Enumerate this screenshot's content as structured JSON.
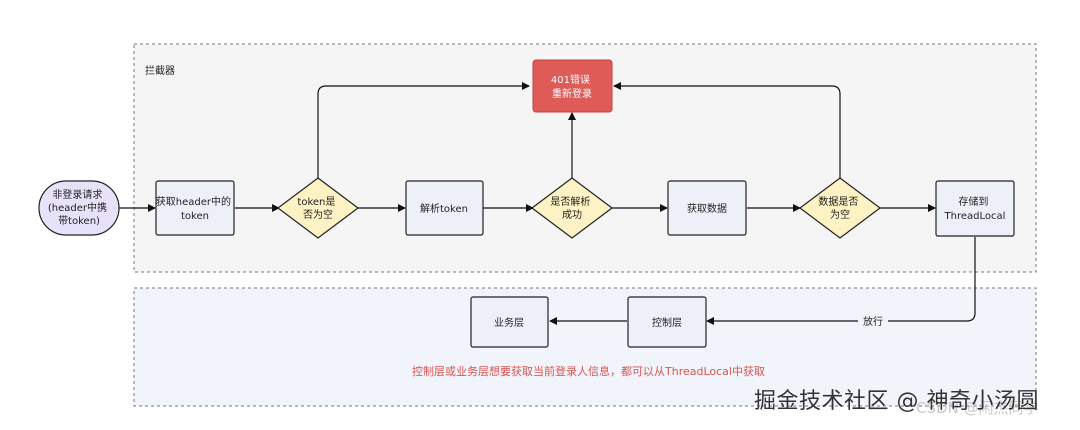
{
  "interceptor": {
    "label": "拦截器"
  },
  "nodes": {
    "start": {
      "lines": [
        "非登录请求",
        "(header中携",
        "带token)"
      ]
    },
    "get_header": {
      "lines": [
        "获取header中的",
        "token"
      ]
    },
    "token_empty": {
      "lines": [
        "token是",
        "否为空"
      ]
    },
    "parse_token": {
      "lines": [
        "解析token"
      ]
    },
    "parse_ok": {
      "lines": [
        "是否解析",
        "成功"
      ]
    },
    "get_data": {
      "lines": [
        "获取数据"
      ]
    },
    "data_empty": {
      "lines": [
        "数据是否",
        "为空"
      ]
    },
    "store": {
      "lines": [
        "存储到",
        "ThreadLocal"
      ]
    },
    "error": {
      "lines": [
        "401错误",
        "重新登录"
      ]
    },
    "controller": {
      "lines": [
        "控制层"
      ]
    },
    "business": {
      "lines": [
        "业务层"
      ]
    }
  },
  "edge_labels": {
    "release": "放行"
  },
  "note": "控制层或业务层想要获取当前登录人信息，都可以从ThreadLocal中获取",
  "watermark": {
    "primary": "掘金技术社区 @ 神奇小汤圆",
    "secondary": "CSDN @闲杰同学"
  },
  "colors": {
    "interceptor_bg": "#f5f5f5",
    "controller_area_bg": "#f1f4fb",
    "node_fill": "#eef0f9",
    "diamond_fill": "#fdf2c3",
    "error_fill": "#de5b58",
    "start_fill": "#e7e2fa",
    "note_color": "#d9534f"
  }
}
